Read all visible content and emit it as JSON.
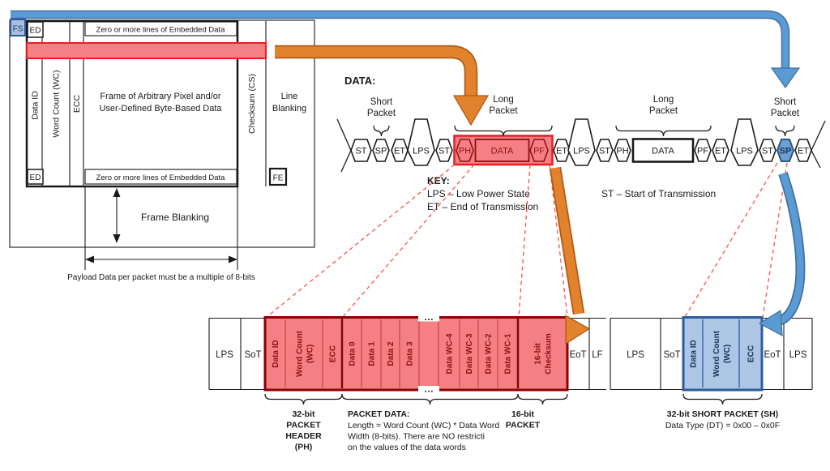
{
  "frame": {
    "fs": "FS",
    "ed_top": "ED",
    "ed_bottom": "ED",
    "fe": "FE",
    "embedded_top": "Zero or more lines of Embedded Data",
    "embedded_bottom": "Zero or more lines of Embedded Data",
    "data_id": "Data ID",
    "word_count": "Word Count (WC)",
    "ecc": "ECC",
    "checksum": "Checksum (CS)",
    "main_l1": "Frame of Arbitrary Pixel and/or",
    "main_l2": "User-Defined Byte-Based Data",
    "line_blanking_l1": "Line",
    "line_blanking_l2": "Blanking",
    "frame_blanking": "Frame Blanking",
    "payload_note": "Payload Data per packet must be a multiple of 8-bits"
  },
  "waveform": {
    "title": "DATA:",
    "groups": {
      "short1": {
        "l1": "Short",
        "l2": "Packet"
      },
      "long1": {
        "l1": "Long",
        "l2": "Packet"
      },
      "long2": {
        "l1": "Long",
        "l2": "Packet"
      },
      "short2": {
        "l1": "Short",
        "l2": "Packet"
      }
    },
    "tokens": {
      "st1": "ST",
      "sp1": "SP",
      "et1": "ET",
      "lps1": "LPS",
      "st2": "ST",
      "ph1": "PH",
      "data1": "DATA",
      "pf1": "PF",
      "et2": "ET",
      "lps2": "LPS",
      "st3": "ST",
      "ph2": "PH",
      "data2": "DATA",
      "pf2": "PF",
      "et3": "ET",
      "lps3": "LPS",
      "st4": "ST",
      "sp2": "SP",
      "et4": "ET"
    },
    "key": {
      "title": "KEY:",
      "lps": "LPS – Low Power State",
      "et": "ET – End of Transmission",
      "st": "ST – Start of Transmission"
    }
  },
  "long_packet": {
    "lps_left": "LPS",
    "sot": "SoT",
    "eot": "EoT",
    "lps_right": "LF",
    "cells": {
      "data_id": "Data ID",
      "wc_l1": "Word Count",
      "wc_l2": "(WC)",
      "ecc": "ECC",
      "d0": "Data 0",
      "d1": "Data 1",
      "d2": "Data 2",
      "d3": "Data 3",
      "gap_top": "…",
      "gap_bottom": "…",
      "wc4": "Data WC-4",
      "wc3": "Data WC-3",
      "wc2": "Data WC-2",
      "wc1": "Data WC-1",
      "ck_l1": "16-bit",
      "ck_l2": "Checksum"
    },
    "labels": {
      "ph_l1": "32-bit",
      "ph_l2": "PACKET",
      "ph_l3": "HEADER",
      "ph_l4": "(PH)",
      "pd_title": "PACKET DATA:",
      "pd_l1": "Length = Word Count (WC) * Data Word",
      "pd_l2": "Width (8-bits). There are NO restricti",
      "pd_l3": "on the values of the data words",
      "pf_l1": "16-bit",
      "pf_l2": "PACKET"
    }
  },
  "short_packet": {
    "lps_left": "LPS",
    "sot": "SoT",
    "eot": "EoT",
    "lps_right": "LPS",
    "cells": {
      "data_id": "Data ID",
      "wc_l1": "Word Count",
      "wc_l2": "(WC)",
      "ecc": "ECC"
    },
    "label_l1": "32-bit SHORT PACKET (SH)",
    "label_l2": "Data Type (DT) = 0x00 – 0x0F"
  },
  "colors": {
    "highlight_red_fill": "#F58084",
    "highlight_red_border": "#EC1C24",
    "dark_red_text": "#8E1111",
    "arrow_orange": "#E2822D",
    "arrow_orange_edge": "#B15A15",
    "arrow_blue": "#5B9BD5",
    "arrow_blue_edge": "#41719C",
    "short_packet_blue_fill": "#AEC6E6",
    "short_packet_blue_border": "#2C5C9C",
    "fs_blue_fill": "#A7C0E0"
  }
}
